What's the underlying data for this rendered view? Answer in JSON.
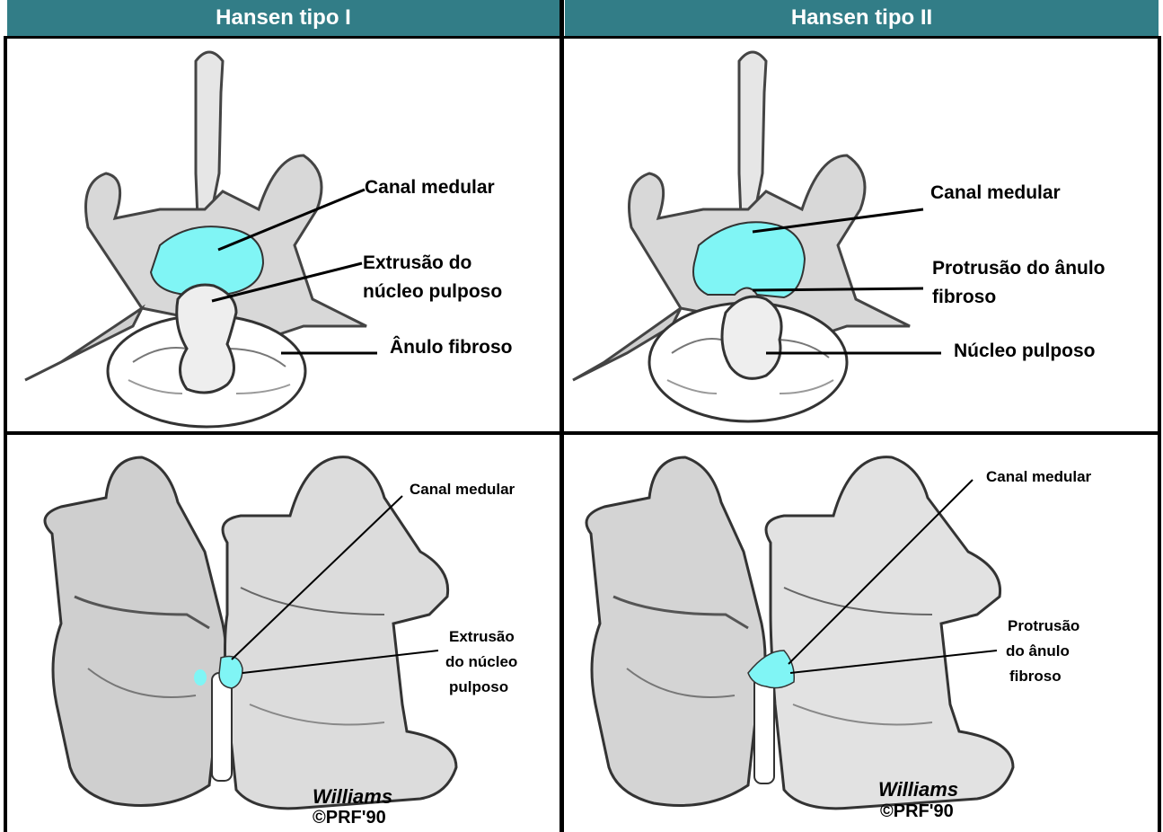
{
  "headers": {
    "type1": "Hansen tipo I",
    "type2": "Hansen tipo II"
  },
  "colors": {
    "header_bg": "#327d87",
    "header_text": "#ffffff",
    "canal_highlight": "#80f5f5"
  },
  "panels": {
    "top_left": {
      "canal": "Canal medular",
      "lesion_line1": "Extrusão do",
      "lesion_line2": "núcleo pulposo",
      "ring": "Ânulo fibroso"
    },
    "top_right": {
      "canal": "Canal medular",
      "lesion_line1": "Protrusão do ânulo",
      "lesion_line2": "fibroso",
      "nucleus": "Núcleo pulposo"
    },
    "bottom_left": {
      "canal": "Canal medular",
      "lesion_line1": "Extrusão",
      "lesion_line2": "do núcleo",
      "lesion_line3": "pulposo"
    },
    "bottom_right": {
      "canal": "Canal medular",
      "lesion_line1": "Protrusão",
      "lesion_line2": "do ânulo",
      "lesion_line3": "fibroso"
    }
  }
}
